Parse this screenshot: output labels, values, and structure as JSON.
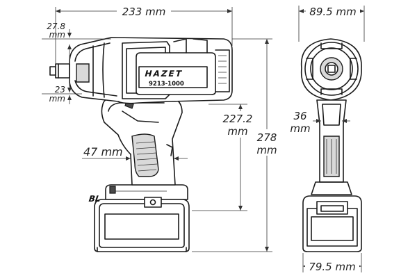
{
  "dimensions": {
    "total_length": "233 mm",
    "head_top_upper": "27.8",
    "head_top_lower": "mm",
    "anvil_upper": "23",
    "anvil_lower": "mm",
    "grip_width": "47 mm",
    "height_inner_upper": "227.2",
    "height_inner_lower": "mm",
    "height_total_upper": "278",
    "height_total_lower": "mm",
    "front_width_top": "89.5 mm",
    "handle_width_upper": "36",
    "handle_width_lower": "mm",
    "front_width_base": "79.5 mm"
  },
  "labels": {
    "brand": "HAZET",
    "model": "9213-1000",
    "battery_mark": "BL"
  }
}
